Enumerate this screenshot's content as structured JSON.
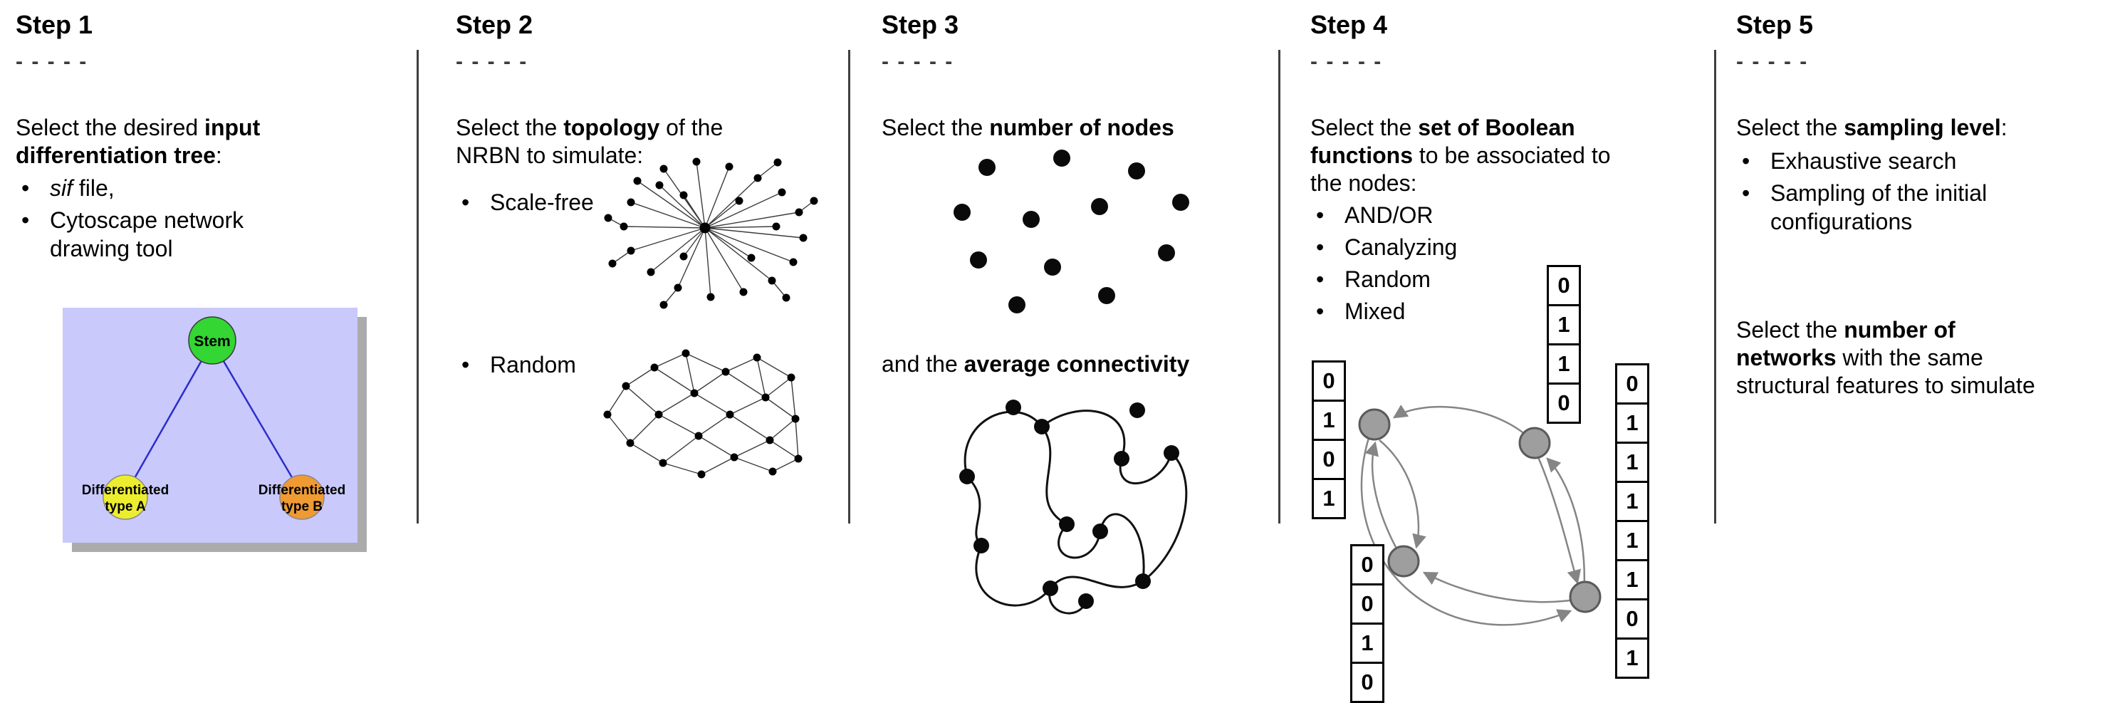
{
  "ui": {
    "bullet_char": "•"
  },
  "steps": {
    "step1": {
      "title": "Step 1",
      "dashes": "- - - - -",
      "lead": {
        "l1_pre": "Select the desired ",
        "l1_bold": "input",
        "l2_bold": "differentiation tree",
        "l2_post": ":"
      },
      "bullets": [
        {
          "italic": "sif",
          "rest": " file,"
        },
        "Cytoscape network drawing tool"
      ],
      "tree": {
        "root": "Stem",
        "left_line1": "Differentiated",
        "left_line2": "type A",
        "right_line1": "Differentiated",
        "right_line2": "type B"
      },
      "colors": {
        "panel": "#c9c9fb",
        "shadow": "#8f8f8f",
        "root": "#33d633",
        "left": "#eded2f",
        "right": "#ef9a33",
        "edge": "#2d2dcc"
      }
    },
    "step2": {
      "title": "Step 2",
      "dashes": "- - - - -",
      "lead": {
        "l1_pre": "Select the ",
        "l1_bold": "topology",
        "l1_post": " of the",
        "l2": "NRBN to simulate:"
      },
      "bullets": [
        "Scale-free",
        "Random"
      ]
    },
    "step3": {
      "title": "Step 3",
      "dashes": "- - - - -",
      "lead": {
        "pre": "Select the ",
        "bold": "number of nodes"
      },
      "lead2": {
        "pre": "and the ",
        "bold": "average connectivity"
      }
    },
    "step4": {
      "title": "Step 4",
      "dashes": "- - - - -",
      "lead": {
        "l1_pre": "Select the ",
        "l1_bold": "set of Boolean",
        "l2_bold": "functions",
        "l2_post": " to be associated to",
        "l3": "the nodes:"
      },
      "bullets": [
        "AND/OR",
        "Canalyzing",
        "Random",
        "Mixed"
      ],
      "truth_tables": {
        "left": [
          "0",
          "1",
          "0",
          "1"
        ],
        "top": [
          "0",
          "1",
          "1",
          "0"
        ],
        "bottom_left": [
          "0",
          "0",
          "1",
          "0"
        ],
        "right": [
          "0",
          "1",
          "1",
          "1",
          "1",
          "1",
          "0",
          "1"
        ]
      }
    },
    "step5": {
      "title": "Step 5",
      "dashes": "- - - - -",
      "lead": {
        "pre": "Select the ",
        "bold": "sampling level",
        "post": ":"
      },
      "bullets": [
        "Exhaustive search",
        "Sampling of the initial configurations"
      ],
      "lead2": {
        "l1_pre": "Select the ",
        "l1_bold": "number of",
        "l2_bold": "networks",
        "l2_rest": " with the same",
        "l3": "structural features to simulate"
      }
    }
  }
}
